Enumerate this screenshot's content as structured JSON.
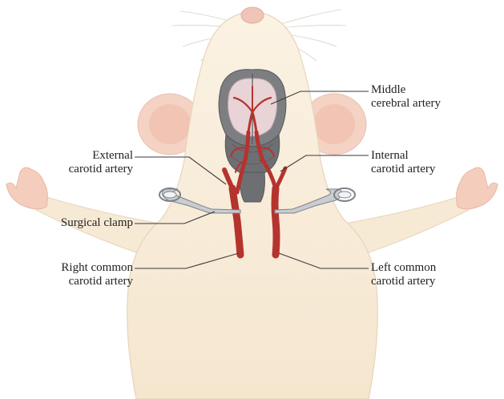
{
  "labels": {
    "middle_cerebral": {
      "line1": "Middle",
      "line2": "cerebral artery"
    },
    "external_carotid": {
      "line1": "External",
      "line2": "carotid artery"
    },
    "internal_carotid": {
      "line1": "Internal",
      "line2": "carotid artery"
    },
    "surgical_clamp": {
      "line1": "Surgical clamp"
    },
    "right_common": {
      "line1": "Right common",
      "line2": "carotid artery"
    },
    "left_common": {
      "line1": "Left common",
      "line2": "carotid artery"
    }
  },
  "colors": {
    "skin": "#f7ead5",
    "skin_shadow": "#ecdcc2",
    "ear": "#f4d3c4",
    "nose": "#f1c4b8",
    "brain": "#7d7e82",
    "brain_dark": "#56575b",
    "cerebrum_highlight": "#e8d3d6",
    "artery": "#b5332e",
    "artery_dark": "#8c2420",
    "clamp": "#c9ccd0",
    "leader_line": "#3a3a3a"
  }
}
